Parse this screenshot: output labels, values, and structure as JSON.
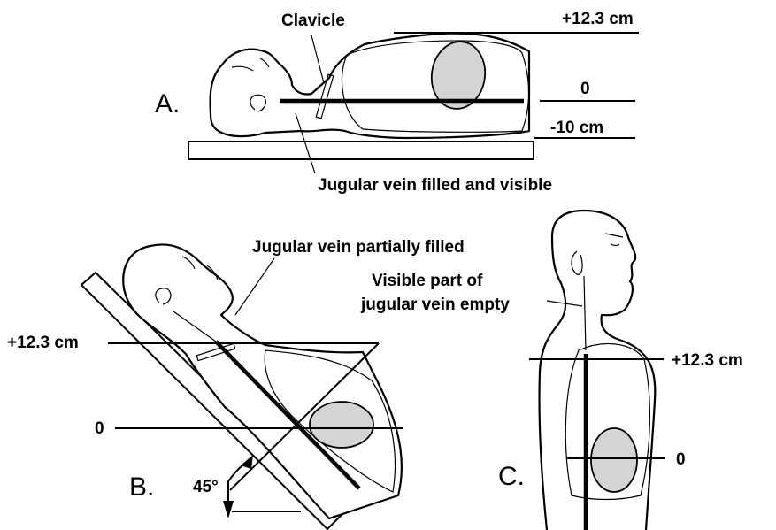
{
  "labels": {
    "clavicle": "Clavicle",
    "a_high": "+12.3 cm",
    "a_zero": "0",
    "a_low": "-10 cm",
    "a_caption": "Jugular vein filled and visible",
    "b_caption": "Jugular vein partially filled",
    "b_high": "+12.3 cm",
    "b_zero": "0",
    "b_angle": "45°",
    "c_caption_1": "Visible part of",
    "c_caption_2": "jugular vein empty",
    "c_high": "+12.3 cm",
    "c_zero": "0"
  },
  "panels": {
    "a": "A.",
    "b": "B.",
    "c": "C."
  },
  "colors": {
    "heart_fill": "#d4d4d4",
    "line": "#000000",
    "background": "#ffffff"
  }
}
